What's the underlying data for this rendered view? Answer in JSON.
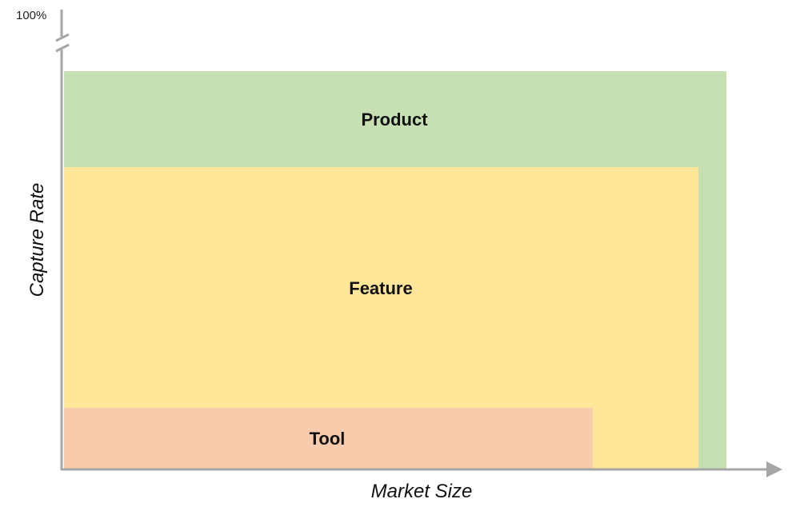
{
  "y_top_label": "100%",
  "x_axis_title": "Market Size",
  "y_axis_title": "Capture Rate",
  "regions": [
    {
      "label": "Product",
      "color": "#c6e0b4"
    },
    {
      "label": "Feature",
      "color": "#ffe699"
    },
    {
      "label": "Tool",
      "color": "#f8cbad"
    }
  ],
  "axis_color": "#a6a6a6"
}
